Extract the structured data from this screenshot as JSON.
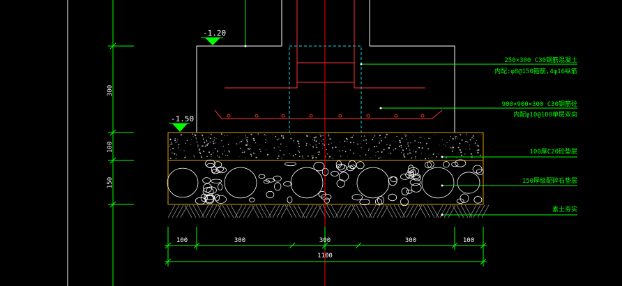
{
  "elevations": {
    "upper": "-1.20",
    "lower": "-1.50"
  },
  "annotations": {
    "pedestal_line1": "250×300 C30钢筋混凝土",
    "pedestal_line2": "内配:φ8@150箍筋,4φ16纵筋",
    "footing_line1": "900×900×300 C30钢筋砼",
    "footing_line2": "内配φ10@100单层双向",
    "concrete_pad": "100厚C20砼垫层",
    "gravel_layer": "150厚级配碎石垫层",
    "soil": "素土夯实"
  },
  "vertical_dims": {
    "footing": "300",
    "pad": "100",
    "gravel": "150"
  },
  "horizontal_dims": {
    "seg1": "100",
    "seg2": "300",
    "seg3": "300",
    "seg4": "300",
    "seg5": "100",
    "total": "1100"
  },
  "colors": {
    "background": "#000000",
    "outline": "#ffffff",
    "dimension": "#00ff00",
    "rebar": "#ff3333",
    "centerline": "#ff0000",
    "hidden": "#00e5ff",
    "pad_border": "#e0a000",
    "marker": "#00ff00"
  }
}
